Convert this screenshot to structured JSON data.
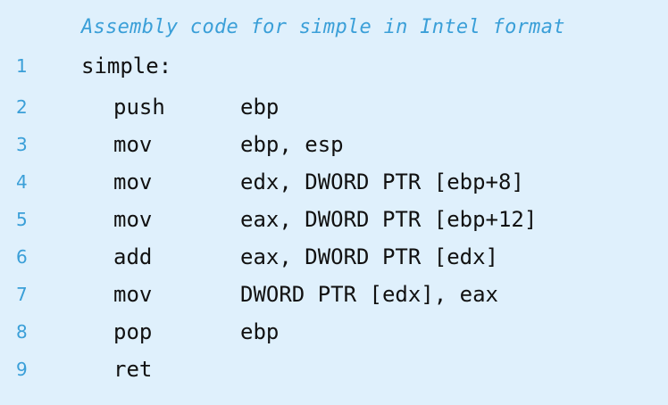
{
  "caption": "Assembly code for simple in Intel format",
  "lines": [
    {
      "num": "1",
      "label": "simple:",
      "mnemonic": "",
      "operands": ""
    },
    {
      "num": "2",
      "label": "",
      "mnemonic": "push",
      "operands": "ebp"
    },
    {
      "num": "3",
      "label": "",
      "mnemonic": "mov",
      "operands": "ebp, esp"
    },
    {
      "num": "4",
      "label": "",
      "mnemonic": "mov",
      "operands": "edx, DWORD PTR [ebp+8]"
    },
    {
      "num": "5",
      "label": "",
      "mnemonic": "mov",
      "operands": "eax, DWORD PTR [ebp+12]"
    },
    {
      "num": "6",
      "label": "",
      "mnemonic": "add",
      "operands": "eax, DWORD PTR [edx]"
    },
    {
      "num": "7",
      "label": "",
      "mnemonic": "mov",
      "operands": "DWORD PTR [edx], eax"
    },
    {
      "num": "8",
      "label": "",
      "mnemonic": "pop",
      "operands": "ebp"
    },
    {
      "num": "9",
      "label": "",
      "mnemonic": "ret",
      "operands": ""
    }
  ],
  "colors": {
    "background": "#dff0fc",
    "accent": "#3a9fd8",
    "text": "#111111"
  }
}
